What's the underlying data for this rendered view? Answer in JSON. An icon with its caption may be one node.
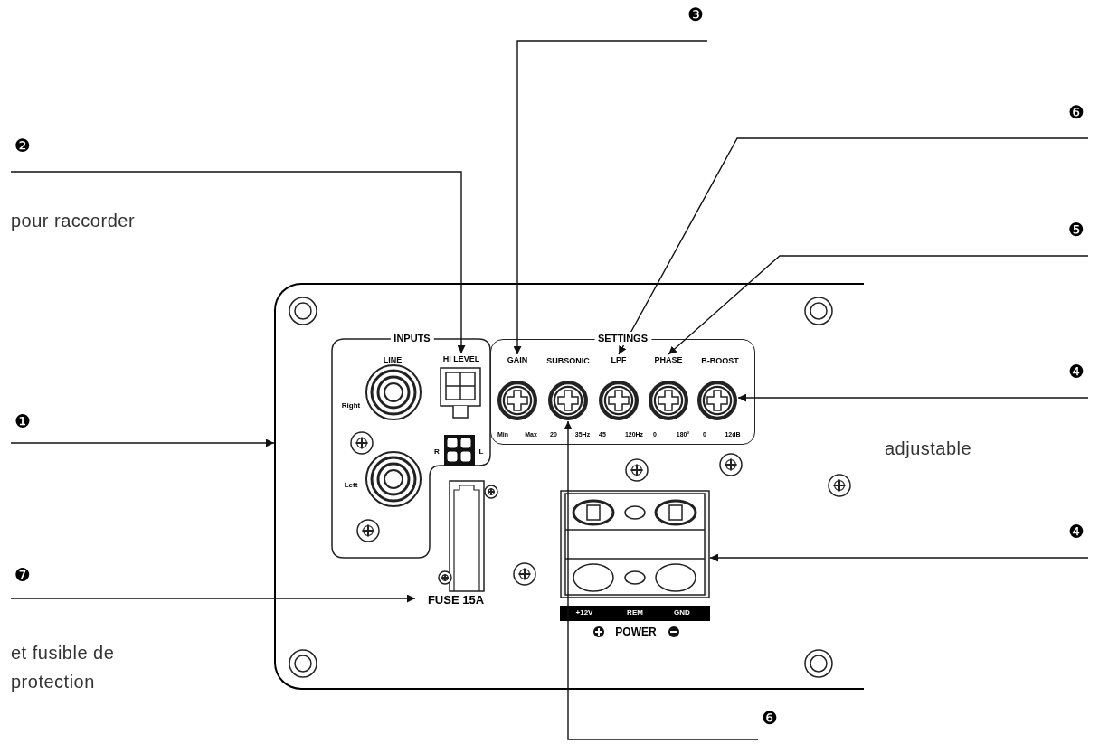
{
  "diagram": {
    "nodes": [
      {
        "text": [],
        "shape": "box"
      },
      {
        "text": [
          "INPUTS"
        ],
        "in": 0
      },
      {
        "text": [
          "SETTINGS"
        ],
        "in": 0
      },
      {
        "text": [
          "HI LEVEL"
        ],
        "in": 1
      },
      {
        "text": [
          "GAIN"
        ],
        "in": 2
      },
      {
        "text": [
          "LPF"
        ],
        "in": 2
      },
      {
        "text": [
          "PHASE"
        ],
        "in": 2
      },
      {
        "text": [],
        "shape": "circle",
        "in": 2
      },
      {
        "text": [],
        "shape": "circle",
        "in": 2
      },
      {
        "text": [],
        "shape": "circle",
        "in": 2
      },
      {
        "text": [],
        "shape": "circle",
        "in": 2
      },
      {
        "text": [],
        "shape": "circle",
        "in": 2
      },
      {
        "text": [],
        "shape": "box",
        "in": 0
      },
      {
        "text": [
          "FUSE 15A"
        ],
        "in": 0
      },
      {
        "text": [
          "❶"
        ]
      },
      {
        "text": [
          "❷"
        ]
      },
      {
        "text": [
          "❸"
        ]
      },
      {
        "text": [
          "❻"
        ]
      },
      {
        "text": [
          "❺"
        ]
      },
      {
        "text": [
          "❹"
        ]
      },
      {
        "text": [
          "❹"
        ]
      },
      {
        "text": [
          "❼"
        ]
      },
      {
        "text": [
          "❻"
        ]
      }
    ],
    "edges": [
      {
        "from": 14,
        "to": 0,
        "arrow": "to"
      },
      {
        "from": 15,
        "to": 3,
        "arrow": "to"
      },
      {
        "from": 16,
        "to": 4,
        "arrow": "to"
      },
      {
        "from": 17,
        "to": 5,
        "arrow": "to"
      },
      {
        "from": 18,
        "to": 6,
        "arrow": "to"
      },
      {
        "from": 19,
        "to": 11,
        "arrow": "to"
      },
      {
        "from": 20,
        "to": 12,
        "arrow": "to"
      },
      {
        "from": 21,
        "to": 13,
        "arrow": "to"
      },
      {
        "from": 22,
        "to": 8,
        "arrow": "to"
      }
    ],
    "labels": [
      "pour raccorder",
      "LINE",
      "Right",
      "Left",
      "R",
      "L",
      "SUBSONIC",
      "B-BOOST",
      "Min",
      "Max",
      "20",
      "35Hz",
      "45",
      "120Hz",
      "0",
      "180°",
      "0",
      "12dB",
      "adjustable",
      "+12V",
      "REM",
      "GND",
      "POWER",
      "et fusible de protection"
    ]
  }
}
